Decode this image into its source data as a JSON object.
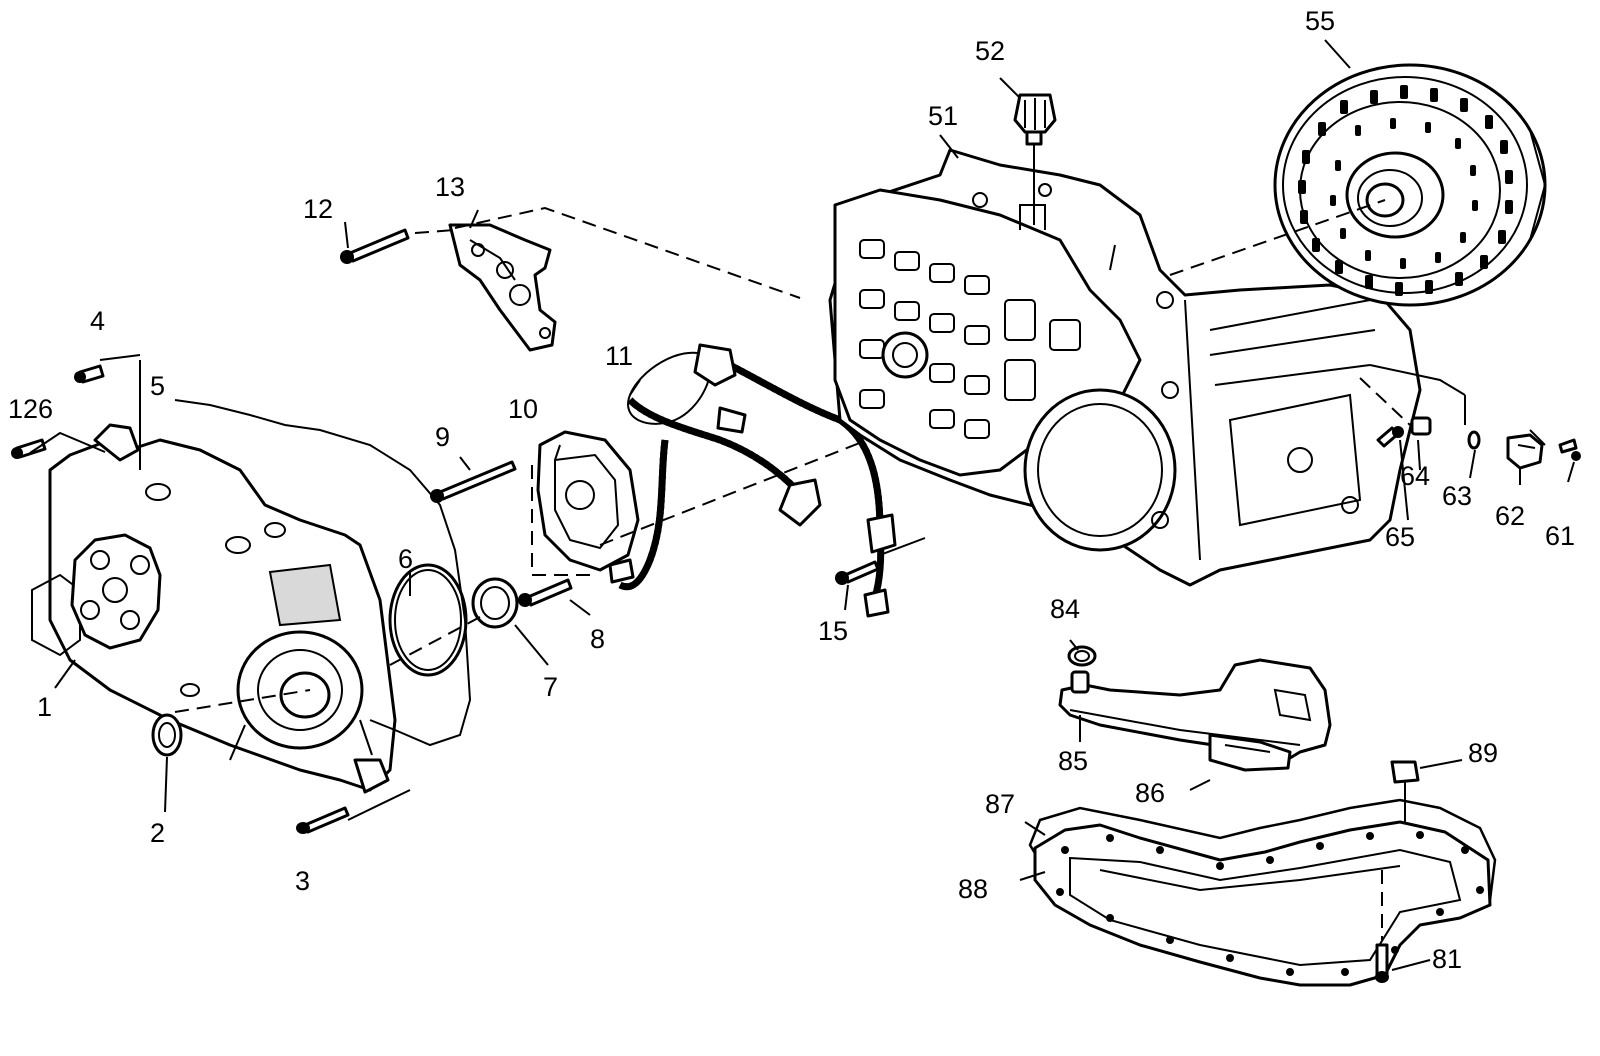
{
  "callouts": {
    "c1": "1",
    "c2": "2",
    "c3": "3",
    "c4": "4",
    "c5": "5",
    "c6": "6",
    "c7": "7",
    "c8": "8",
    "c9": "9",
    "c10": "10",
    "c11": "11",
    "c12": "12",
    "c13": "13",
    "c15": "15",
    "c51": "51",
    "c52": "52",
    "c55": "55",
    "c61": "61",
    "c62": "62",
    "c63": "63",
    "c64": "64",
    "c65": "65",
    "c81": "81",
    "c84": "84",
    "c85": "85",
    "c86": "86",
    "c87": "87",
    "c88": "88",
    "c89": "89",
    "c126": "126"
  },
  "colors": {
    "ink": "#000000",
    "paper": "#ffffff"
  }
}
